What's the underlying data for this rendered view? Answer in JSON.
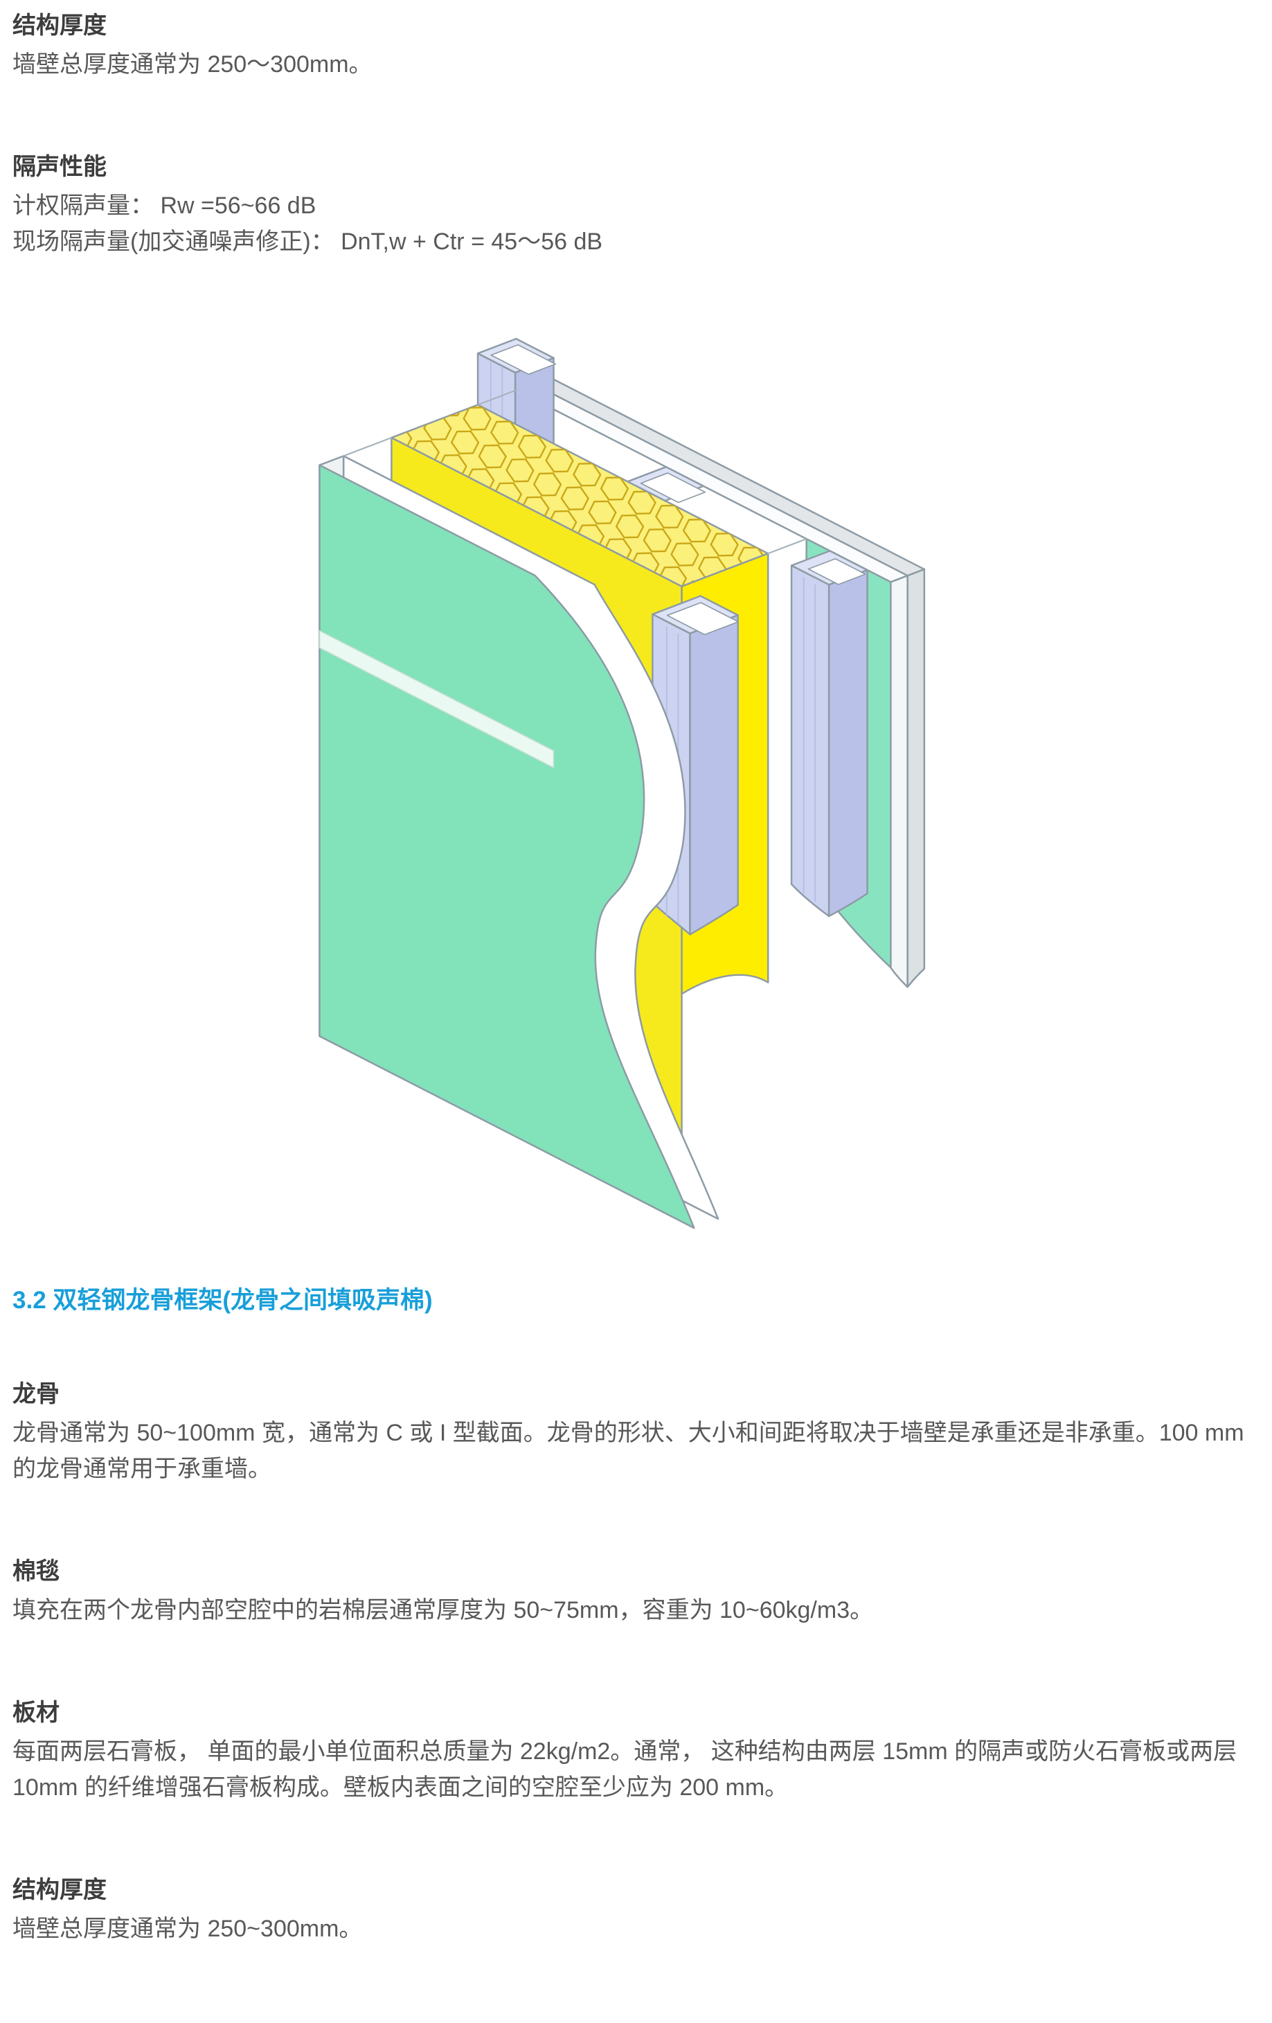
{
  "page": {
    "background": "#ffffff",
    "body_text_color": "#585858",
    "heading_color": "#3d3d3d",
    "accent_blue": "#189fd9"
  },
  "doc": {
    "top_blocks": [
      {
        "heading": "结构厚度",
        "lines": [
          "墙壁总厚度通常为 250～300mm。"
        ]
      },
      {
        "heading": "隔声性能",
        "lines": [
          "计权隔声量： Rw =56~66 dB",
          "现场隔声量(加交通噪声修正)： DnT,w + Ctr = 45～56 dB"
        ]
      }
    ],
    "section_heading": "3.2 双轻钢龙骨框架(龙骨之间填吸声棉)",
    "bottom_blocks": [
      {
        "heading": "龙骨",
        "lines": [
          "龙骨通常为 50~100mm 宽，通常为 C 或 I 型截面。龙骨的形状、大小和间距将取决于墙壁是承重还是非承重。100 mm 的龙骨通常用于承重墙。"
        ]
      },
      {
        "heading": "棉毯",
        "lines": [
          "填充在两个龙骨内部空腔中的岩棉层通常厚度为 50~75mm，容重为 10~60kg/m3。"
        ]
      },
      {
        "heading": "板材",
        "lines": [
          "每面两层石膏板， 单面的最小单位面积总质量为 22kg/m2。通常， 这种结构由两层 15mm 的隔声或防火石膏板或两层 10mm 的纤维增强石膏板构成。壁板内表面之间的空腔至少应为 200 mm。"
        ]
      },
      {
        "heading": "结构厚度",
        "lines": [
          "墙壁总厚度通常为 250~300mm。"
        ]
      }
    ]
  },
  "figure": {
    "colors": {
      "board_green": "#82e2ba",
      "board_green_inner": "#88e4c0",
      "insulation_yellow": "#f6ea1c",
      "insulation_top_yellow": "#fbf07a",
      "insulation_end_yellow": "#ffed00",
      "hex_line": "#c9a513",
      "stud_lavender": "#ccd3f1",
      "stud_lavender_dark": "#b9c1e8",
      "stud_top": "#dde2f6",
      "board_white": "#ffffff",
      "outer_gray": "#e2e6e9",
      "outline": "#8d9ba5"
    }
  }
}
